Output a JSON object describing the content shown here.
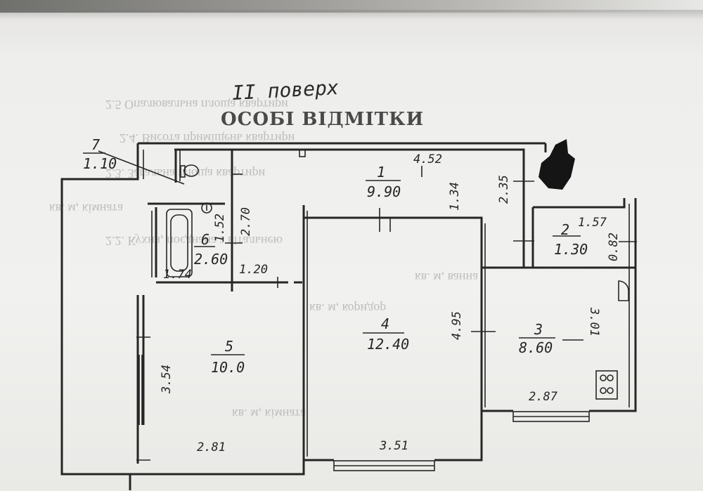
{
  "document": {
    "floor_note": "ІІ поверх",
    "heading": "ОСОБІ ВІДМІТКИ"
  },
  "background_text": [
    "2.5 Опалювальна площа квартири",
    "2.4. Висота приміщень квартири",
    "2.3. Загальна площа квартири",
    "кв. м, кімната",
    "2.2. Кухня, поєднана з вітальнею",
    "кв. м, ванна",
    "кв. м, коридор",
    "кв. м, кімната"
  ],
  "rooms": [
    {
      "number": "1",
      "area": "9.90"
    },
    {
      "number": "2",
      "area": "1.30"
    },
    {
      "number": "3",
      "area": "8.60"
    },
    {
      "number": "4",
      "area": "12.40"
    },
    {
      "number": "5",
      "area": "10.0"
    },
    {
      "number": "6",
      "area": "2.60"
    },
    {
      "number": "7",
      "area": "1.10"
    }
  ],
  "dimensions": {
    "d_4_52": "4.52",
    "d_1_34": "1.34",
    "d_2_35": "2.35",
    "d_1_57": "1.57",
    "d_0_82": "0.82",
    "d_2_70": "2.70",
    "d_1_52": "1.52",
    "d_1_20": "1.20",
    "d_1_74": "1.74",
    "d_4_95": "4.95",
    "d_3_01": "3.01",
    "d_3_54": "3.54",
    "d_2_87": "2.87",
    "d_2_81": "2.81",
    "d_3_51": "3.51"
  },
  "colors": {
    "ink": "#262626",
    "paper": "#f1f1ef",
    "ghost": "#bdbdbd"
  }
}
